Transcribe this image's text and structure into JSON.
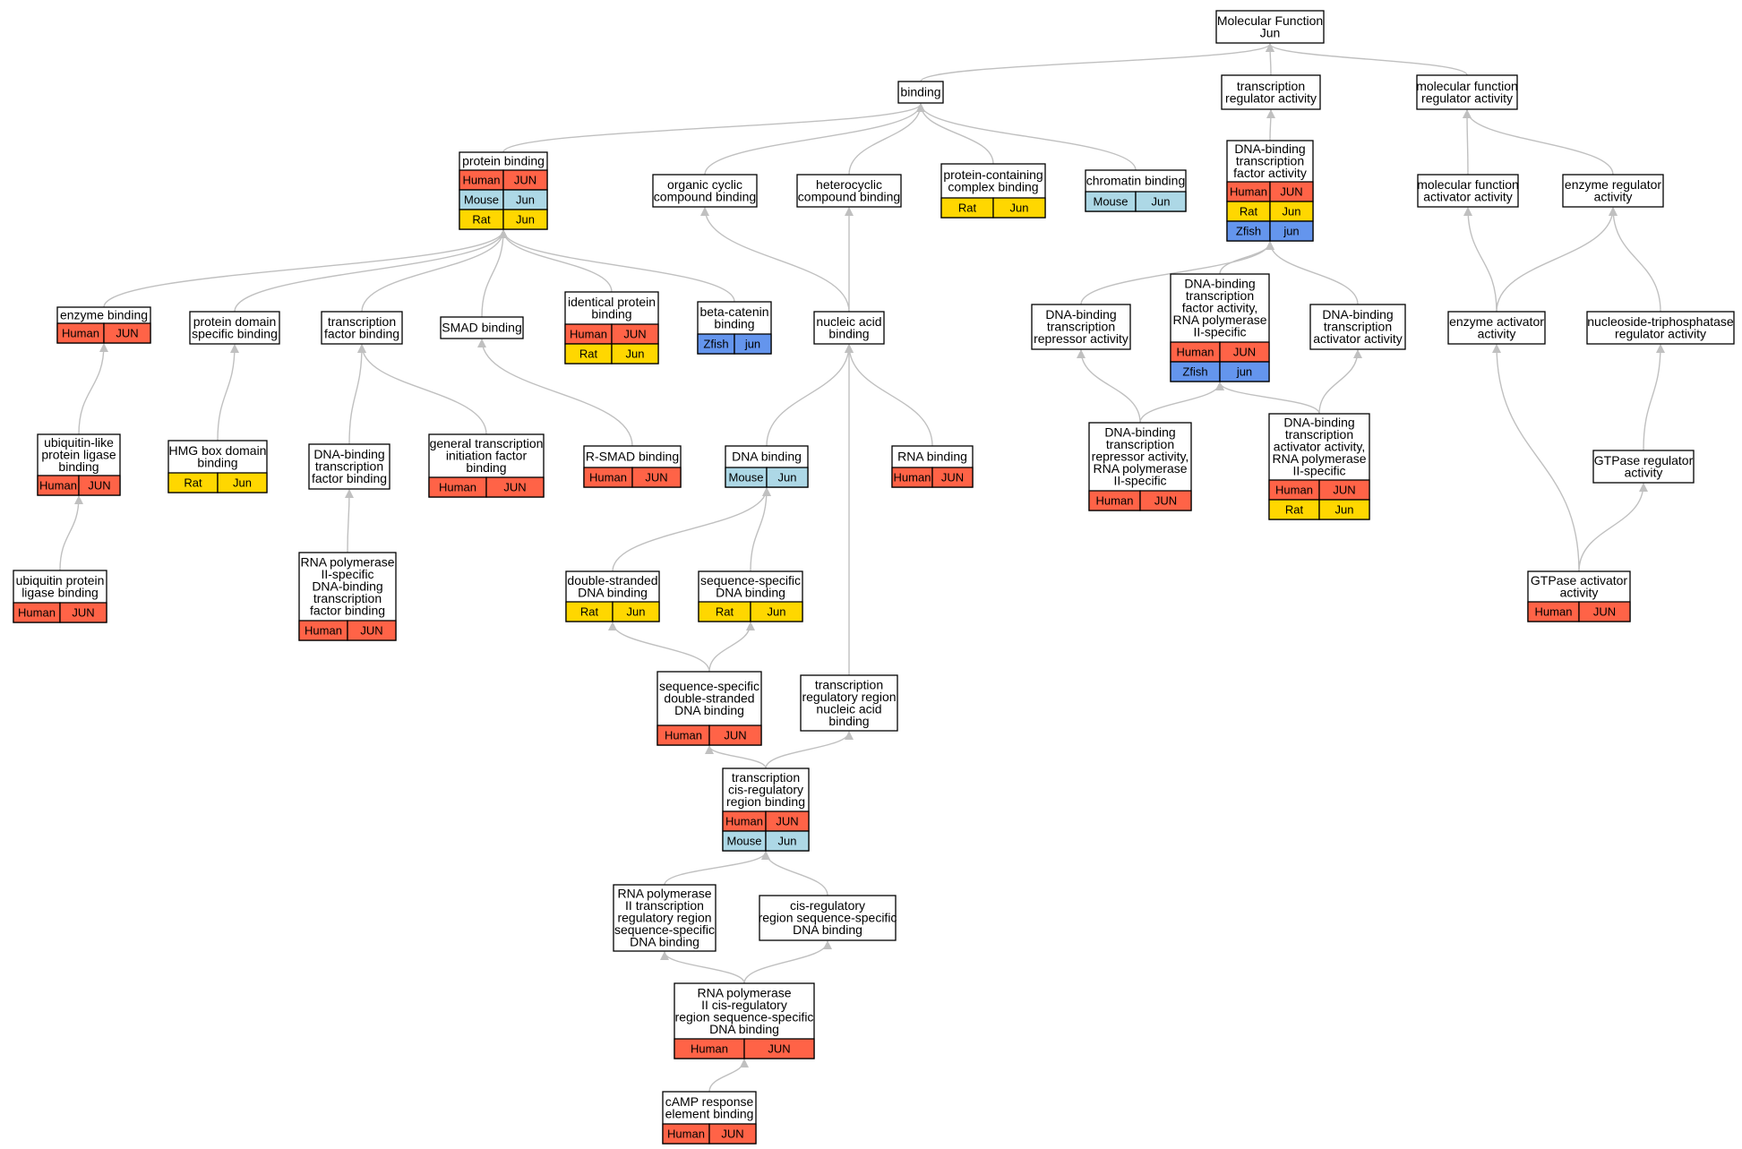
{
  "colors": {
    "Human": "#FF6347",
    "Mouse": "#ADD8E6",
    "Rat": "#FFD700",
    "Zfish": "#6495ED",
    "edge": "#C0C0C0",
    "border": "#000000"
  },
  "nodes": [
    {
      "id": "mf",
      "lines": [
        "Molecular Function",
        "Jun"
      ],
      "rows": []
    },
    {
      "id": "binding",
      "lines": [
        "binding"
      ],
      "rows": []
    },
    {
      "id": "tra",
      "lines": [
        "transcription",
        "regulator activity"
      ],
      "rows": []
    },
    {
      "id": "mfra",
      "lines": [
        "molecular function",
        "regulator activity"
      ],
      "rows": []
    },
    {
      "id": "pb",
      "lines": [
        "protein binding"
      ],
      "rows": [
        [
          "Human",
          "JUN"
        ],
        [
          "Mouse",
          "Jun"
        ],
        [
          "Rat",
          "Jun"
        ]
      ]
    },
    {
      "id": "ocb",
      "lines": [
        "organic cyclic",
        "compound binding"
      ],
      "rows": []
    },
    {
      "id": "hcb",
      "lines": [
        "heterocyclic",
        "compound binding"
      ],
      "rows": []
    },
    {
      "id": "pccb",
      "lines": [
        "protein-containing",
        "complex binding"
      ],
      "rows": [
        [
          "Rat",
          "Jun"
        ]
      ]
    },
    {
      "id": "cb",
      "lines": [
        "chromatin binding"
      ],
      "rows": [
        [
          "Mouse",
          "Jun"
        ]
      ]
    },
    {
      "id": "dbtfa",
      "lines": [
        "DNA-binding",
        "transcription",
        "factor activity"
      ],
      "rows": [
        [
          "Human",
          "JUN"
        ],
        [
          "Rat",
          "Jun"
        ],
        [
          "Zfish",
          "jun"
        ]
      ]
    },
    {
      "id": "mfaa",
      "lines": [
        "molecular function",
        "activator activity"
      ],
      "rows": []
    },
    {
      "id": "era",
      "lines": [
        "enzyme regulator",
        "activity"
      ],
      "rows": []
    },
    {
      "id": "eb",
      "lines": [
        "enzyme binding"
      ],
      "rows": [
        [
          "Human",
          "JUN"
        ]
      ]
    },
    {
      "id": "pdsb",
      "lines": [
        "protein domain",
        "specific binding"
      ],
      "rows": []
    },
    {
      "id": "tfb",
      "lines": [
        "transcription",
        "factor binding"
      ],
      "rows": []
    },
    {
      "id": "smad",
      "lines": [
        "SMAD binding"
      ],
      "rows": []
    },
    {
      "id": "ipb",
      "lines": [
        "identical protein",
        "binding"
      ],
      "rows": [
        [
          "Human",
          "JUN"
        ],
        [
          "Rat",
          "Jun"
        ]
      ]
    },
    {
      "id": "bcb",
      "lines": [
        "beta-catenin",
        "binding"
      ],
      "rows": [
        [
          "Zfish",
          "jun"
        ]
      ]
    },
    {
      "id": "nab",
      "lines": [
        "nucleic acid",
        "binding"
      ],
      "rows": []
    },
    {
      "id": "dbtra",
      "lines": [
        "DNA-binding",
        "transcription",
        "repressor activity"
      ],
      "rows": []
    },
    {
      "id": "dbtfa2",
      "lines": [
        "DNA-binding",
        "transcription",
        "factor activity,",
        "RNA polymerase",
        "II-specific"
      ],
      "rows": [
        [
          "Human",
          "JUN"
        ],
        [
          "Zfish",
          "jun"
        ]
      ]
    },
    {
      "id": "dbtaa",
      "lines": [
        "DNA-binding",
        "transcription",
        "activator activity"
      ],
      "rows": []
    },
    {
      "id": "eaa",
      "lines": [
        "enzyme activator",
        "activity"
      ],
      "rows": []
    },
    {
      "id": "ntpra",
      "lines": [
        "nucleoside-triphosphatase",
        "regulator activity"
      ],
      "rows": []
    },
    {
      "id": "ulplb",
      "lines": [
        "ubiquitin-like",
        "protein ligase",
        "binding"
      ],
      "rows": [
        [
          "Human",
          "JUN"
        ]
      ]
    },
    {
      "id": "hmg",
      "lines": [
        "HMG box domain",
        "binding"
      ],
      "rows": [
        [
          "Rat",
          "Jun"
        ]
      ]
    },
    {
      "id": "dbtfb",
      "lines": [
        "DNA-binding",
        "transcription",
        "factor binding"
      ],
      "rows": []
    },
    {
      "id": "gtif",
      "lines": [
        "general transcription",
        "initiation factor",
        "binding"
      ],
      "rows": [
        [
          "Human",
          "JUN"
        ]
      ]
    },
    {
      "id": "rsmad",
      "lines": [
        "R-SMAD binding"
      ],
      "rows": [
        [
          "Human",
          "JUN"
        ]
      ]
    },
    {
      "id": "dnab",
      "lines": [
        "DNA binding"
      ],
      "rows": [
        [
          "Mouse",
          "Jun"
        ]
      ]
    },
    {
      "id": "rnab",
      "lines": [
        "RNA binding"
      ],
      "rows": [
        [
          "Human",
          "JUN"
        ]
      ]
    },
    {
      "id": "dbtrr",
      "lines": [
        "DNA-binding",
        "transcription",
        "repressor activity,",
        "RNA polymerase",
        "II-specific"
      ],
      "rows": [
        [
          "Human",
          "JUN"
        ]
      ]
    },
    {
      "id": "dbtar",
      "lines": [
        "DNA-binding",
        "transcription",
        "activator activity,",
        "RNA polymerase",
        "II-specific"
      ],
      "rows": [
        [
          "Human",
          "JUN"
        ],
        [
          "Rat",
          "Jun"
        ]
      ]
    },
    {
      "id": "gtpra",
      "lines": [
        "GTPase regulator",
        "activity"
      ],
      "rows": []
    },
    {
      "id": "uplb",
      "lines": [
        "ubiquitin protein",
        "ligase binding"
      ],
      "rows": [
        [
          "Human",
          "JUN"
        ]
      ]
    },
    {
      "id": "rnapsdb",
      "lines": [
        "RNA polymerase",
        "II-specific",
        "DNA-binding",
        "transcription",
        "factor binding"
      ],
      "rows": [
        [
          "Human",
          "JUN"
        ]
      ]
    },
    {
      "id": "dsdna",
      "lines": [
        "double-stranded",
        "DNA binding"
      ],
      "rows": [
        [
          "Rat",
          "Jun"
        ]
      ]
    },
    {
      "id": "ssdna",
      "lines": [
        "sequence-specific",
        "DNA binding"
      ],
      "rows": [
        [
          "Rat",
          "Jun"
        ]
      ]
    },
    {
      "id": "gtpaa",
      "lines": [
        "GTPase activator",
        "activity"
      ],
      "rows": [
        [
          "Human",
          "JUN"
        ]
      ]
    },
    {
      "id": "ssdsdna",
      "lines": [
        "sequence-specific",
        "double-stranded",
        "DNA binding"
      ],
      "rows": [
        [
          "Human",
          "JUN"
        ]
      ]
    },
    {
      "id": "trrnab",
      "lines": [
        "transcription",
        "regulatory region",
        "nucleic acid",
        "binding"
      ],
      "rows": []
    },
    {
      "id": "tcrrb",
      "lines": [
        "transcription",
        "cis-regulatory",
        "region binding"
      ],
      "rows": [
        [
          "Human",
          "JUN"
        ],
        [
          "Mouse",
          "Jun"
        ]
      ]
    },
    {
      "id": "rnap2tr",
      "lines": [
        "RNA polymerase",
        "II transcription",
        "regulatory region",
        "sequence-specific",
        "DNA binding"
      ],
      "rows": []
    },
    {
      "id": "crss",
      "lines": [
        "cis-regulatory",
        "region sequence-specific",
        "DNA binding"
      ],
      "rows": []
    },
    {
      "id": "rnap2cr",
      "lines": [
        "RNA polymerase",
        "II cis-regulatory",
        "region sequence-specific",
        "DNA binding"
      ],
      "rows": [
        [
          "Human",
          "JUN"
        ]
      ]
    },
    {
      "id": "camp",
      "lines": [
        "cAMP response",
        "element binding"
      ],
      "rows": [
        [
          "Human",
          "JUN"
        ]
      ]
    }
  ],
  "edges": [
    [
      "binding",
      "mf"
    ],
    [
      "tra",
      "mf"
    ],
    [
      "mfra",
      "mf"
    ],
    [
      "pb",
      "binding"
    ],
    [
      "ocb",
      "binding"
    ],
    [
      "hcb",
      "binding"
    ],
    [
      "pccb",
      "binding"
    ],
    [
      "cb",
      "binding"
    ],
    [
      "dbtfa",
      "tra"
    ],
    [
      "mfaa",
      "mfra"
    ],
    [
      "era",
      "mfra"
    ],
    [
      "eb",
      "pb"
    ],
    [
      "pdsb",
      "pb"
    ],
    [
      "tfb",
      "pb"
    ],
    [
      "smad",
      "pb"
    ],
    [
      "ipb",
      "pb"
    ],
    [
      "bcb",
      "pb"
    ],
    [
      "nab",
      "ocb"
    ],
    [
      "nab",
      "hcb"
    ],
    [
      "dbtra",
      "dbtfa"
    ],
    [
      "dbtfa2",
      "dbtfa"
    ],
    [
      "dbtaa",
      "dbtfa"
    ],
    [
      "eaa",
      "mfaa"
    ],
    [
      "eaa",
      "era"
    ],
    [
      "ntpra",
      "era"
    ],
    [
      "ulplb",
      "eb"
    ],
    [
      "hmg",
      "pdsb"
    ],
    [
      "dbtfb",
      "tfb"
    ],
    [
      "gtif",
      "tfb"
    ],
    [
      "rsmad",
      "smad"
    ],
    [
      "dnab",
      "nab"
    ],
    [
      "rnab",
      "nab"
    ],
    [
      "trrnab",
      "nab"
    ],
    [
      "dbtrr",
      "dbtra"
    ],
    [
      "dbtrr",
      "dbtfa2"
    ],
    [
      "dbtar",
      "dbtfa2"
    ],
    [
      "dbtar",
      "dbtaa"
    ],
    [
      "gtpra",
      "ntpra"
    ],
    [
      "gtpaa",
      "eaa"
    ],
    [
      "gtpaa",
      "gtpra"
    ],
    [
      "uplb",
      "ulplb"
    ],
    [
      "rnapsdb",
      "dbtfb"
    ],
    [
      "dsdna",
      "dnab"
    ],
    [
      "ssdna",
      "dnab"
    ],
    [
      "ssdsdna",
      "dsdna"
    ],
    [
      "ssdsdna",
      "ssdna"
    ],
    [
      "tcrrb",
      "ssdsdna"
    ],
    [
      "tcrrb",
      "trrnab"
    ],
    [
      "rnap2tr",
      "tcrrb"
    ],
    [
      "crss",
      "tcrrb"
    ],
    [
      "rnap2cr",
      "rnap2tr"
    ],
    [
      "rnap2cr",
      "crss"
    ],
    [
      "camp",
      "rnap2cr"
    ]
  ]
}
